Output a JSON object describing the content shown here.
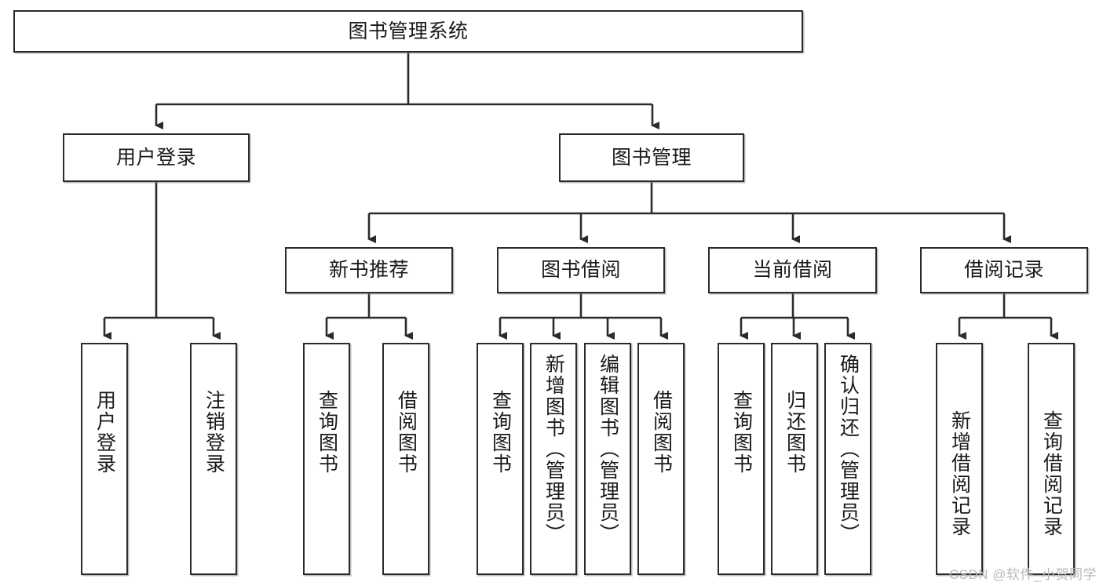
{
  "diagram": {
    "title": "图书管理系统",
    "watermark": "CSDN @软件_小贺同学",
    "colors": {
      "box_border": "#2b2b2b",
      "box_fill": "#ffffff",
      "edge": "#2b2b2b",
      "text": "#1a1a1a",
      "watermark": "#b9b9b9"
    },
    "root": {
      "label": "图书管理系统"
    },
    "level1": [
      {
        "label": "用户登录"
      },
      {
        "label": "图书管理"
      }
    ],
    "level2": [
      {
        "label": "新书推荐"
      },
      {
        "label": "图书借阅"
      },
      {
        "label": "当前借阅"
      },
      {
        "label": "借阅记录"
      }
    ],
    "leaves": {
      "user_login": [
        {
          "label": "用户登录"
        },
        {
          "label": "注销登录"
        }
      ],
      "new_book_recommend": [
        {
          "label": "查询图书"
        },
        {
          "label": "借阅图书"
        }
      ],
      "book_borrow": [
        {
          "label": "查询图书"
        },
        {
          "label": "新增图书（管理员）"
        },
        {
          "label": "编辑图书（管理员）"
        },
        {
          "label": "借阅图书"
        }
      ],
      "current_borrow": [
        {
          "label": "查询图书"
        },
        {
          "label": "归还图书"
        },
        {
          "label": "确认归还（管理员）"
        }
      ],
      "borrow_record": [
        {
          "label": "新增借阅记录"
        },
        {
          "label": "查询借阅记录"
        }
      ]
    }
  }
}
